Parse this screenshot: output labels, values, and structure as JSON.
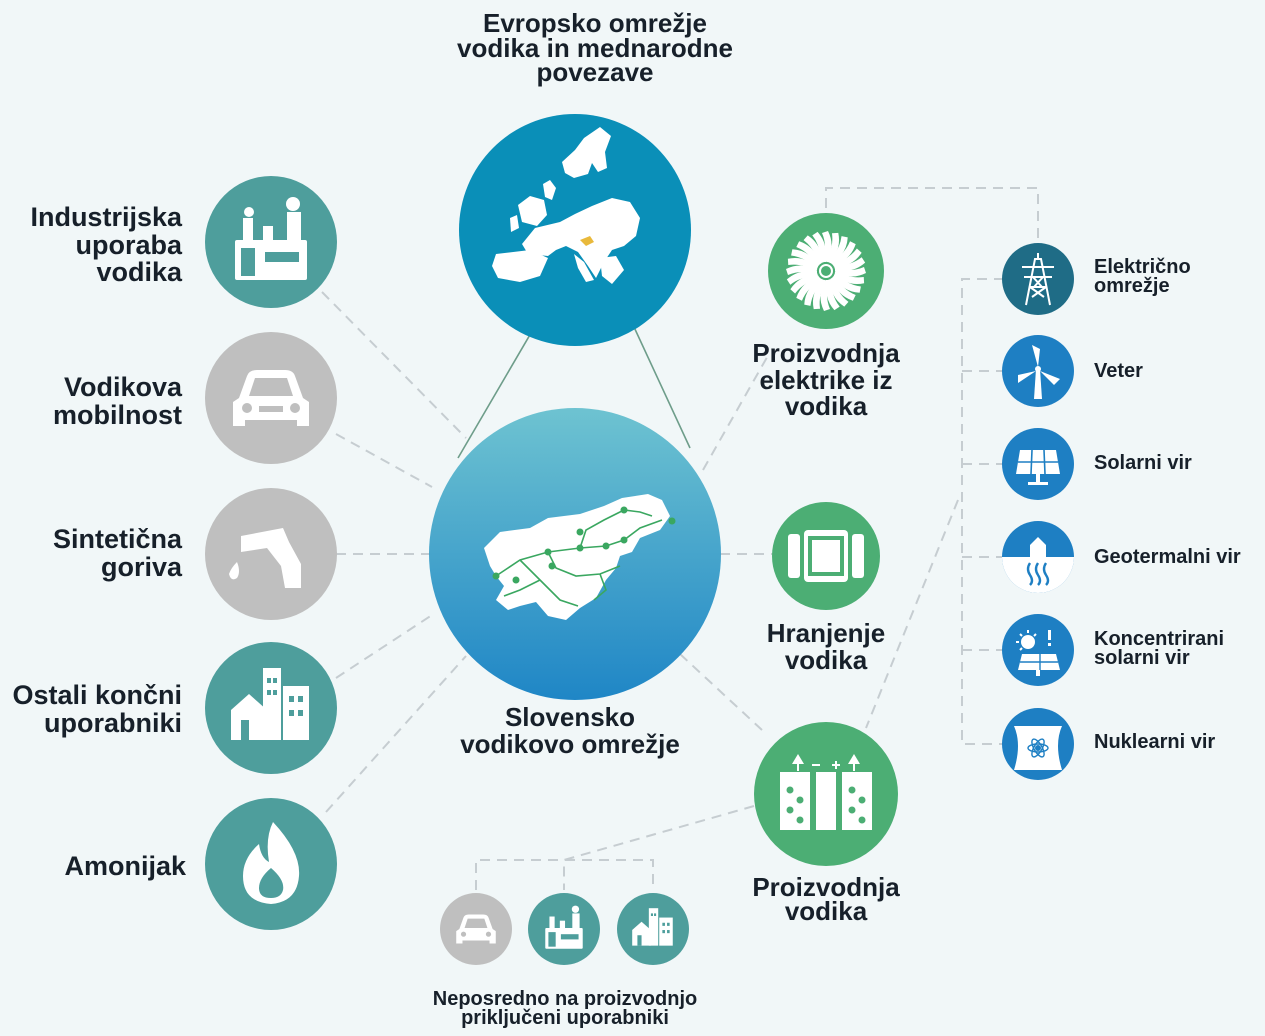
{
  "colors": {
    "teal": "#4e9e9c",
    "grey": "#bfbfbf",
    "green": "#4cae74",
    "blue": "#1e7fc3",
    "navy": "#1f6c86",
    "lines": "#c6cdd1",
    "europe": "#0a8fb8",
    "center_top": "#6ec3d1",
    "center_bottom": "#1f86c6"
  },
  "top": {
    "label": "Evropsko omrežje\nvodika in mednarodne\npovezave",
    "icon": "europe-map-icon"
  },
  "center": {
    "label": "Slovensko\nvodikovo omrežje",
    "icon": "slovenia-map-icon"
  },
  "left_items": [
    {
      "label": "Industrijska\nuporaba\nvodika",
      "icon": "factory-icon"
    },
    {
      "label": "Vodikova\nmobilnost",
      "icon": "car-icon"
    },
    {
      "label": "Sintetična\ngoriva",
      "icon": "fuel-nozzle-icon"
    },
    {
      "label": "Ostali končni\nuporabniki",
      "icon": "buildings-icon"
    },
    {
      "label": "Amonijak",
      "icon": "flame-icon"
    }
  ],
  "right_items": [
    {
      "label": "Proizvodnja\nelektrike iz\nvodika",
      "icon": "turbine-icon"
    },
    {
      "label": "Hranjenje\nvodika",
      "icon": "storage-tank-icon"
    },
    {
      "label": "Proizvodnja\nvodika",
      "icon": "electrolyzer-icon"
    }
  ],
  "sources": [
    {
      "label": "Električno\nomrežje",
      "icon": "power-pylon-icon"
    },
    {
      "label": "Veter",
      "icon": "wind-turbine-icon"
    },
    {
      "label": "Solarni vir",
      "icon": "solar-panel-icon"
    },
    {
      "label": "Geotermalni vir",
      "icon": "geothermal-icon"
    },
    {
      "label": "Koncentrirani\nsolarni vir",
      "icon": "concentrated-solar-icon"
    },
    {
      "label": "Nuklearni vir",
      "icon": "nuclear-plant-icon"
    }
  ],
  "bottom": {
    "label": "Neposredno na proizvodnjo\npriključeni uporabniki",
    "icons": [
      "car-icon",
      "factory-icon",
      "buildings-icon"
    ]
  }
}
